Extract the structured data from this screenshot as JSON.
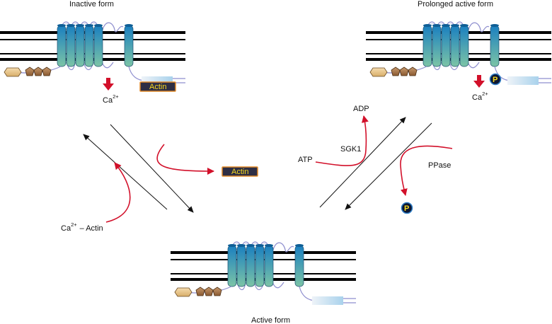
{
  "labels": {
    "inactive": "Inactive form",
    "prolonged": "Prolonged active form",
    "active": "Active form",
    "actin": "Actin",
    "ca": "Ca",
    "ca_sup": "2+",
    "ca_actin_ca": "Ca",
    "ca_actin_sup": "2+",
    "ca_actin_rest": "– Actin",
    "atp": "ATP",
    "adp": "ADP",
    "sgk1": "SGK1",
    "ppase": "PPase",
    "phospho": "P"
  },
  "colors": {
    "helix_top": "#1a7fc0",
    "helix_bottom": "#7cc4a6",
    "arrow_red": "#d2102a",
    "loop": "#8f8fcf",
    "actin_box": "#2e2e44",
    "actin_text": "#f6d91e",
    "actin_border": "#e08a2a",
    "p_circle": "#0c1633",
    "p_border": "#2f7fc7"
  }
}
